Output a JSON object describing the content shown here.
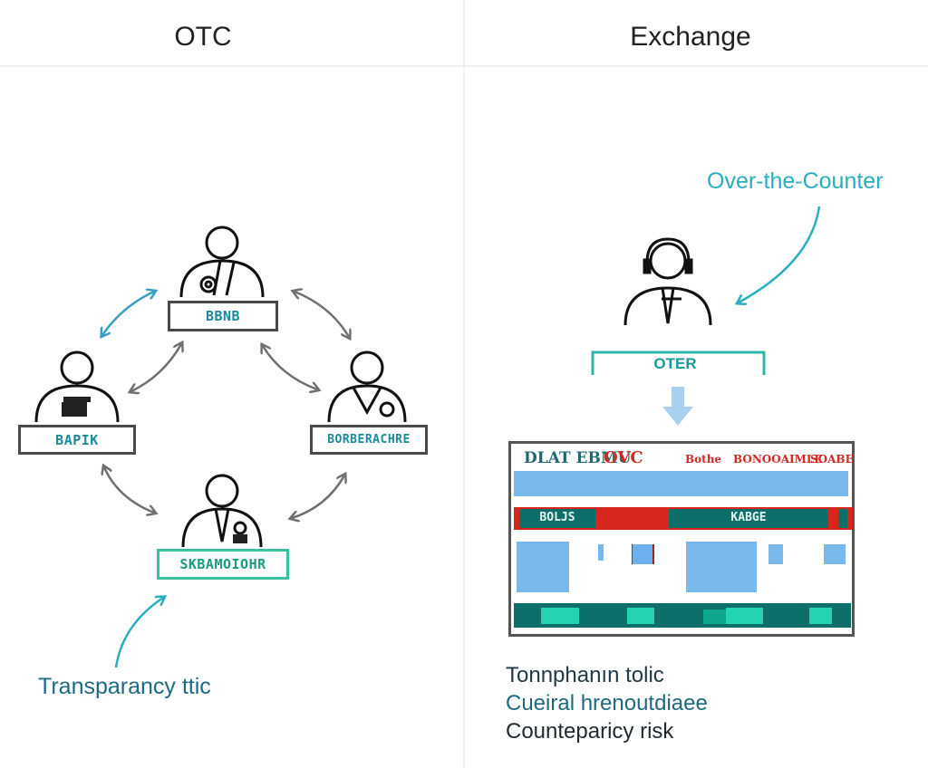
{
  "headers": {
    "left": "OTC",
    "right": "Exchange"
  },
  "otc": {
    "nodes": [
      {
        "label": "BBNB",
        "icon": "gear-badge"
      },
      {
        "label": "BAPIK",
        "icon": "building-badge"
      },
      {
        "label": "BORBERACHRE",
        "icon": "stethoscope-tie"
      },
      {
        "label": "SKBAMOIOHR",
        "icon": "lock-badge"
      }
    ],
    "annotation": "Transparancy ttic"
  },
  "exchange": {
    "annotation": "Over-the-Counter",
    "bracket_label": "OTER",
    "screen": {
      "title_left": "DLAT EBMU",
      "title_accent": "OVC",
      "header_items": [
        "Bothe",
        "BONOOAIMLE",
        "SOABE"
      ],
      "bar_labels": [
        "BOLJS",
        "KABGE"
      ]
    },
    "bullets": [
      {
        "text": "Tonnphanın tolic",
        "color": "#1e3a44"
      },
      {
        "text": "Cueiral hrenoutdiaee",
        "color": "#1e6a7c"
      },
      {
        "text": "Counteparicy risk",
        "color": "#1f2a30"
      }
    ]
  },
  "colors": {
    "teal": "#29aec0",
    "dark_teal": "#0e6f6a",
    "red": "#e8221b",
    "light_blue": "#78b8ec",
    "mint": "#22d4b0"
  }
}
